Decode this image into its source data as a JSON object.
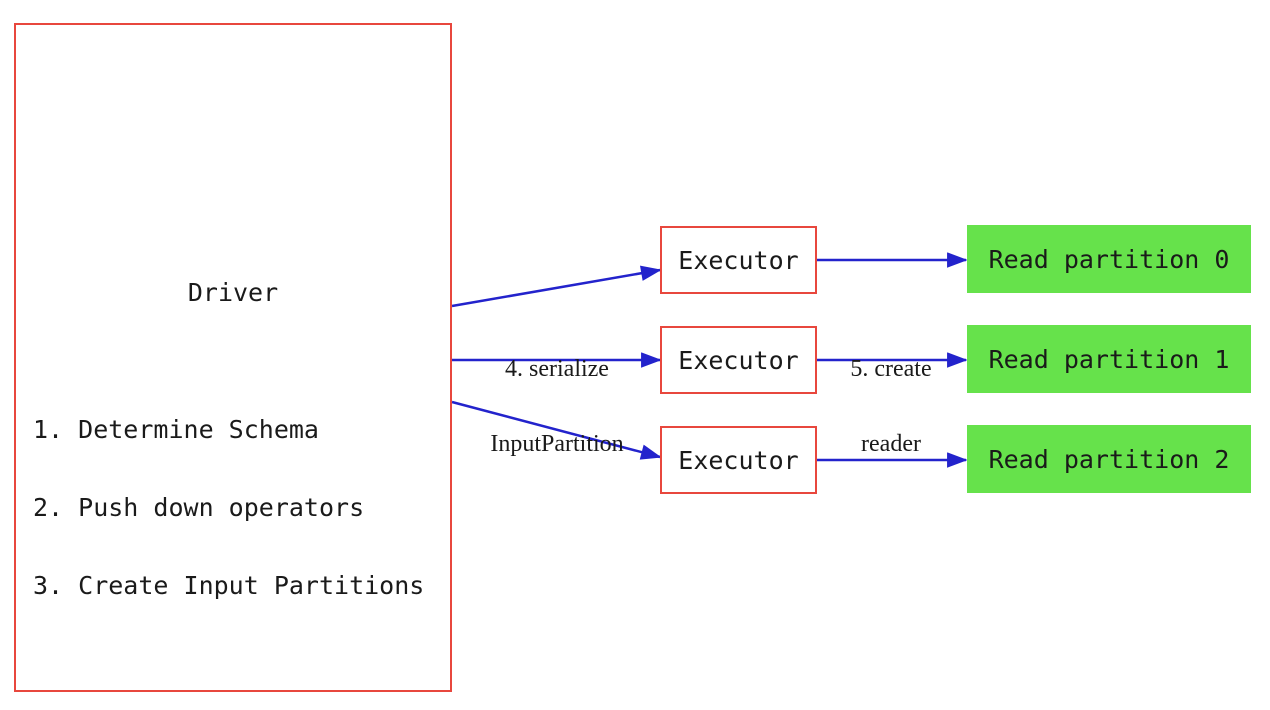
{
  "diagram": {
    "driver": {
      "title": "Driver",
      "steps": [
        "1. Determine Schema",
        "2. Push down operators",
        "3. Create Input Partitions"
      ]
    },
    "executors": [
      {
        "label": "Executor"
      },
      {
        "label": "Executor"
      },
      {
        "label": "Executor"
      }
    ],
    "partitions": [
      {
        "label": "Read partition 0"
      },
      {
        "label": "Read partition 1"
      },
      {
        "label": "Read partition 2"
      }
    ],
    "edge_labels": {
      "serialize_line1": "4. serialize",
      "serialize_line2": "InputPartition",
      "reader_line1": "5. create",
      "reader_line2": "reader"
    },
    "colors": {
      "box_border": "#e8473d",
      "arrow_blue": "#2323cc",
      "partition_green": "#66e24b",
      "text_black": "#1a1a1a",
      "background": "#ffffff"
    }
  }
}
